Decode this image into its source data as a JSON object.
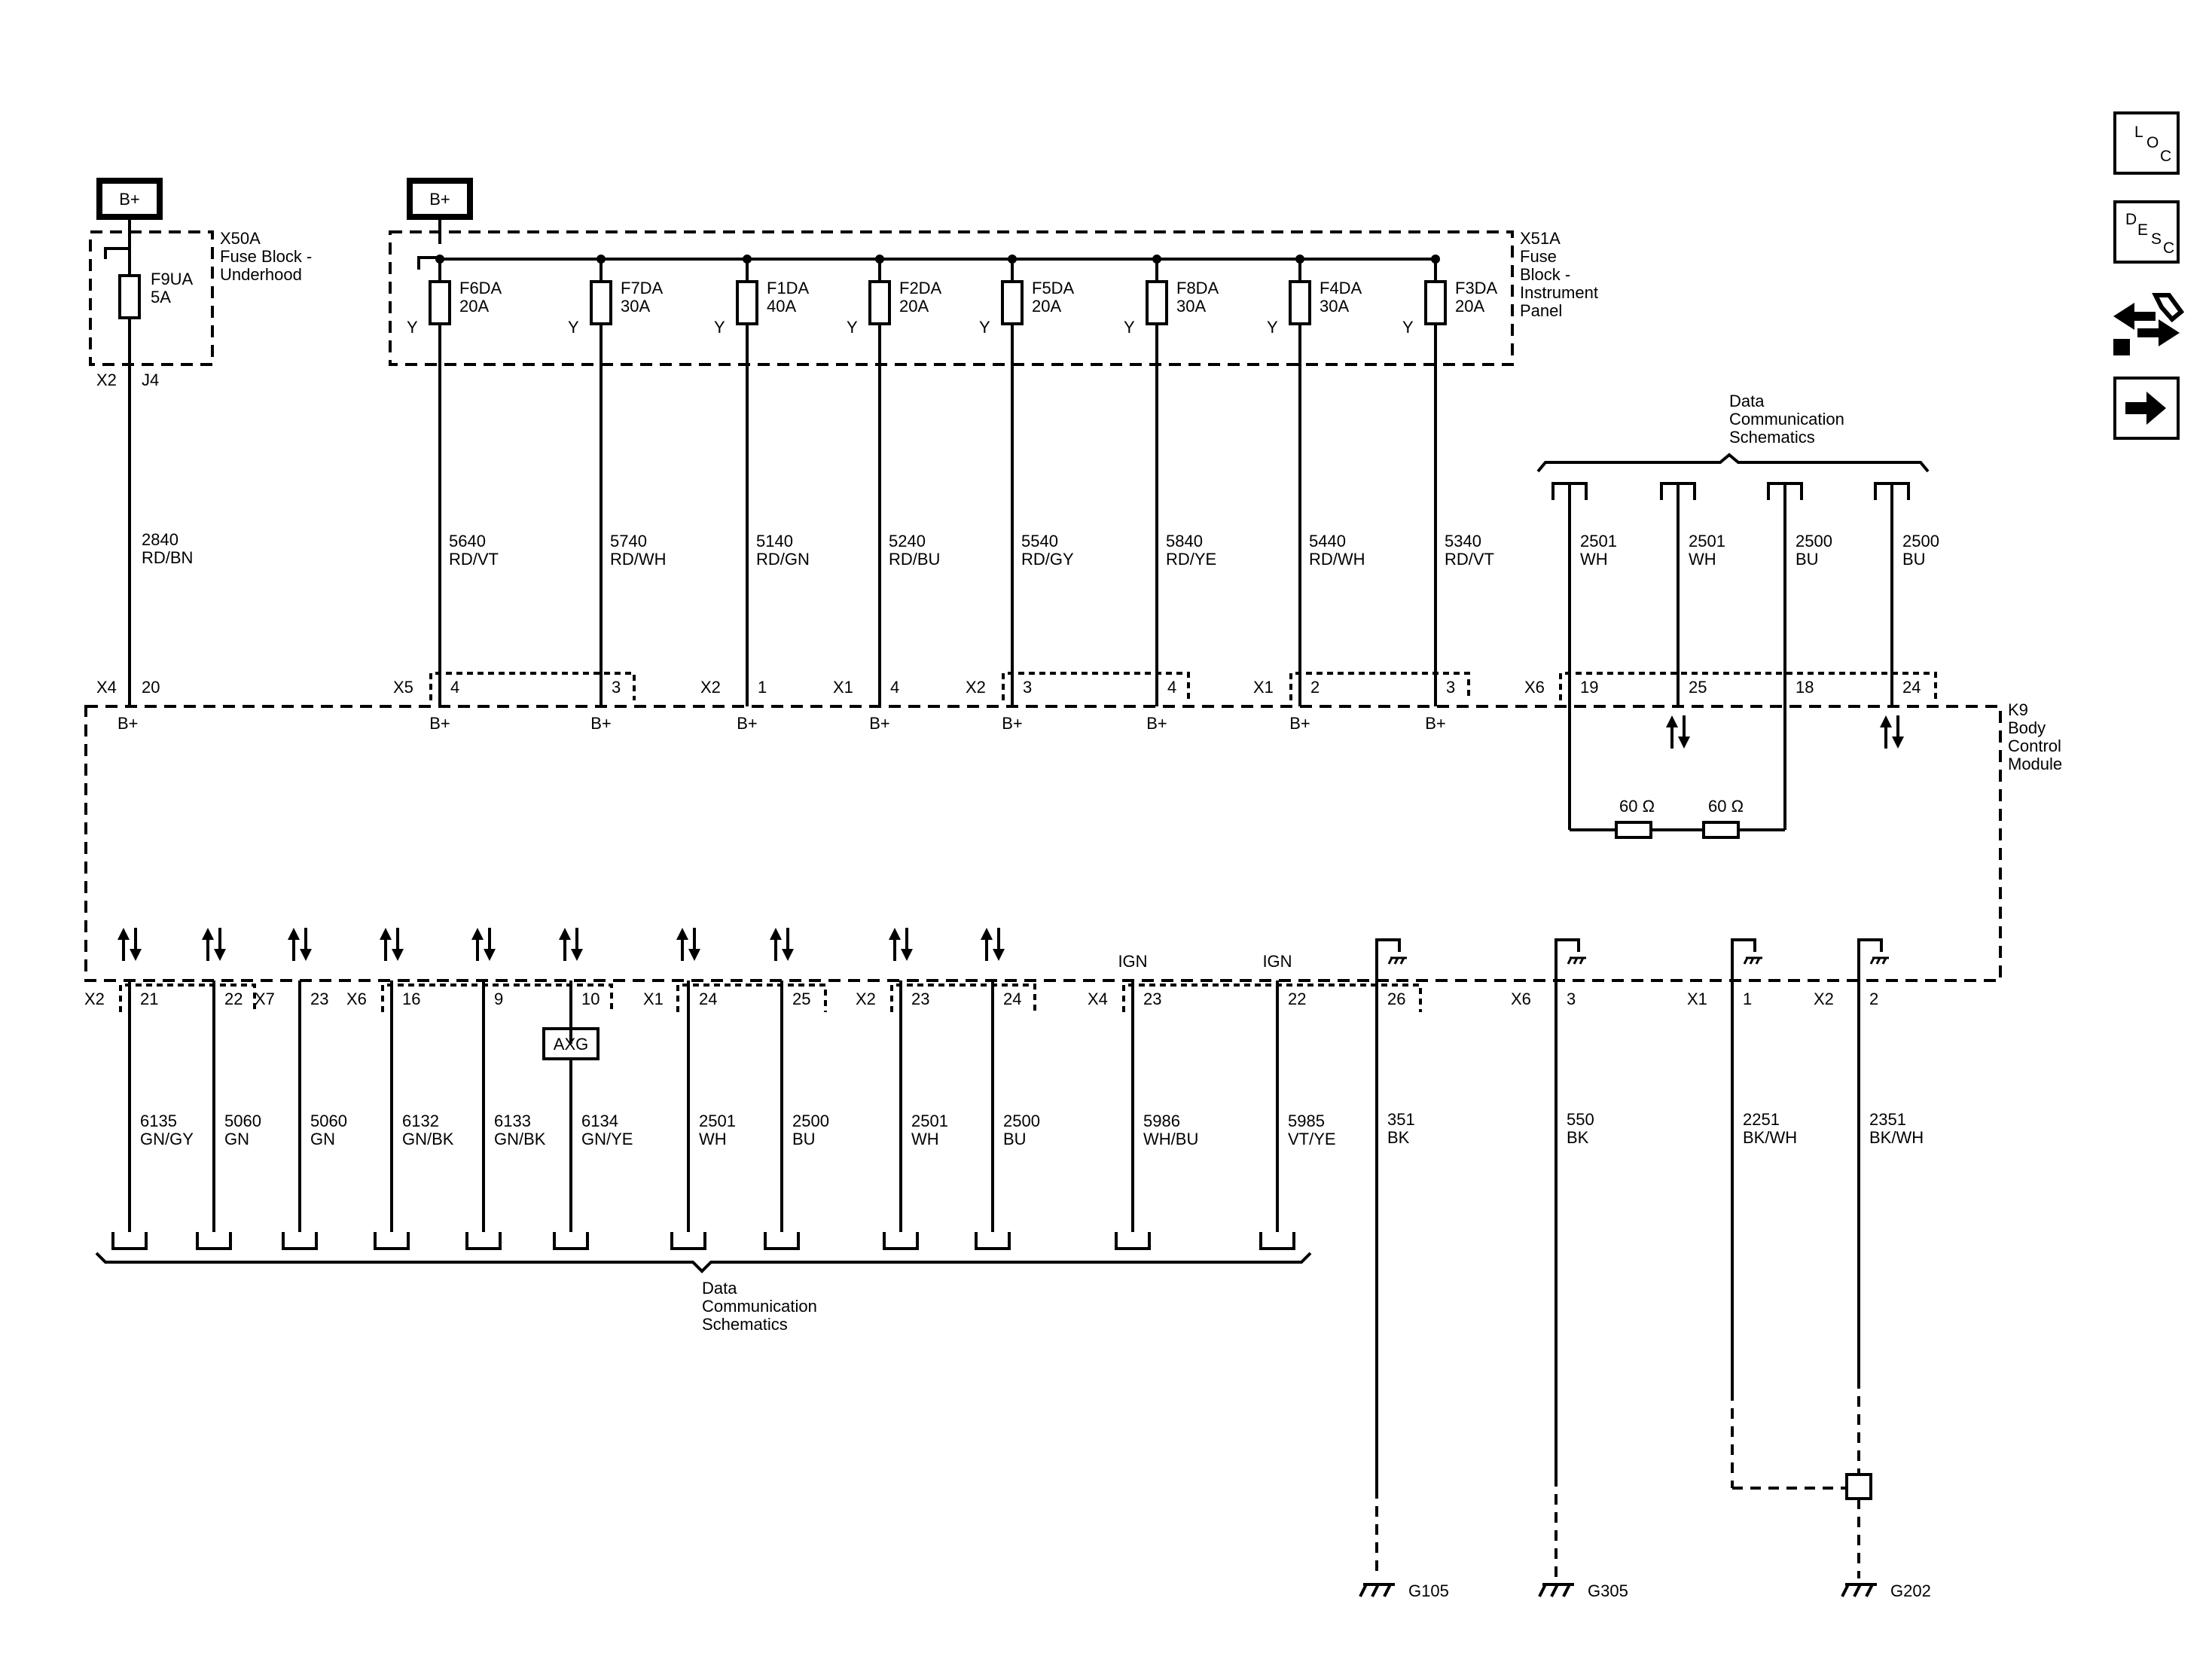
{
  "nav": {
    "loc_letters": [
      "L",
      "O",
      "C"
    ],
    "desc_letters": [
      "D",
      "E",
      "S",
      "C"
    ]
  },
  "supply": {
    "bplus_left": "B+",
    "bplus_right": "B+"
  },
  "x50a": {
    "label": [
      "X50A",
      "Fuse Block -",
      "Underhood"
    ],
    "fuse_name": "F9UA",
    "fuse_amp": "5A",
    "conn": "X2",
    "pin": "J4"
  },
  "x51a": {
    "label": [
      "X51A",
      "Fuse",
      "Block -",
      "Instrument",
      "Panel"
    ],
    "y": "Y"
  },
  "power_circuits": [
    {
      "fuse": "F6DA",
      "amp": "20A",
      "circuit": "5640",
      "color": "RD/VT",
      "conn": "X5",
      "pin": "4",
      "pin_label": "B+"
    },
    {
      "fuse": "F7DA",
      "amp": "30A",
      "circuit": "5740",
      "color": "RD/WH",
      "conn": "",
      "pin": "3",
      "pin_label": "B+"
    },
    {
      "fuse": "F1DA",
      "amp": "40A",
      "circuit": "5140",
      "color": "RD/GN",
      "conn": "X2",
      "pin": "1",
      "pin_label": "B+"
    },
    {
      "fuse": "F2DA",
      "amp": "20A",
      "circuit": "5240",
      "color": "RD/BU",
      "conn": "X1",
      "pin": "4",
      "pin_label": "B+"
    },
    {
      "fuse": "F5DA",
      "amp": "20A",
      "circuit": "5540",
      "color": "RD/GY",
      "conn": "X2",
      "pin": "3",
      "pin_label": "B+"
    },
    {
      "fuse": "F8DA",
      "amp": "30A",
      "circuit": "5840",
      "color": "RD/YE",
      "conn": "",
      "pin": "4",
      "pin_label": "B+"
    },
    {
      "fuse": "F4DA",
      "amp": "30A",
      "circuit": "5440",
      "color": "RD/WH",
      "conn": "X1",
      "pin": "2",
      "pin_label": "B+"
    },
    {
      "fuse": "F3DA",
      "amp": "20A",
      "circuit": "5340",
      "color": "RD/VT",
      "conn": "",
      "pin": "3",
      "pin_label": "B+"
    }
  ],
  "underhood_circuit": {
    "circuit": "2840",
    "color": "RD/BN",
    "conn": "X4",
    "pin": "20",
    "pin_label": "B+"
  },
  "top_data": {
    "label": [
      "Data",
      "Communication",
      "Schematics"
    ],
    "conn": "X6",
    "wires": [
      {
        "circuit": "2501",
        "color": "WH",
        "pin": "19"
      },
      {
        "circuit": "2501",
        "color": "WH",
        "pin": "25"
      },
      {
        "circuit": "2500",
        "color": "BU",
        "pin": "18"
      },
      {
        "circuit": "2500",
        "color": "BU",
        "pin": "24"
      }
    ],
    "resistor_1": "60 Ω",
    "resistor_2": "60 Ω"
  },
  "module": {
    "label": [
      "K9",
      "Body",
      "Control",
      "Module"
    ]
  },
  "bottom_connectors": [
    {
      "conn": "X2",
      "pin": "21",
      "circuit": "6135",
      "color": "GN/GY"
    },
    {
      "conn": "",
      "pin": "22",
      "circuit": "5060",
      "color": "GN"
    },
    {
      "conn": "X7",
      "pin": "23",
      "circuit": "5060",
      "color": "GN"
    },
    {
      "conn": "X6",
      "pin": "16",
      "circuit": "6132",
      "color": "GN/BK"
    },
    {
      "conn": "",
      "pin": "9",
      "circuit": "6133",
      "color": "GN/BK"
    },
    {
      "conn": "",
      "pin": "10",
      "circuit": "6134",
      "color": "GN/YE"
    },
    {
      "conn": "X1",
      "pin": "24",
      "circuit": "2501",
      "color": "WH"
    },
    {
      "conn": "",
      "pin": "25",
      "circuit": "2500",
      "color": "BU"
    },
    {
      "conn": "X2",
      "pin": "23",
      "circuit": "2501",
      "color": "WH"
    },
    {
      "conn": "",
      "pin": "24",
      "circuit": "2500",
      "color": "BU"
    },
    {
      "conn": "X4",
      "pin": "23",
      "circuit": "5986",
      "color": "WH/BU",
      "ign": "IGN"
    },
    {
      "conn": "",
      "pin": "22",
      "circuit": "5985",
      "color": "VT/YE",
      "ign": "IGN"
    },
    {
      "conn": "",
      "pin": "26",
      "circuit": "351",
      "color": "BK"
    },
    {
      "conn": "X6",
      "pin": "3",
      "circuit": "550",
      "color": "BK"
    },
    {
      "conn": "X1",
      "pin": "1",
      "circuit": "2251",
      "color": "BK/WH"
    },
    {
      "conn": "X2",
      "pin": "2",
      "circuit": "2351",
      "color": "BK/WH"
    }
  ],
  "axg": "AXG",
  "bottom_data": {
    "label": [
      "Data",
      "Communication",
      "Schematics"
    ]
  },
  "grounds": [
    "G105",
    "G305",
    "G202"
  ]
}
